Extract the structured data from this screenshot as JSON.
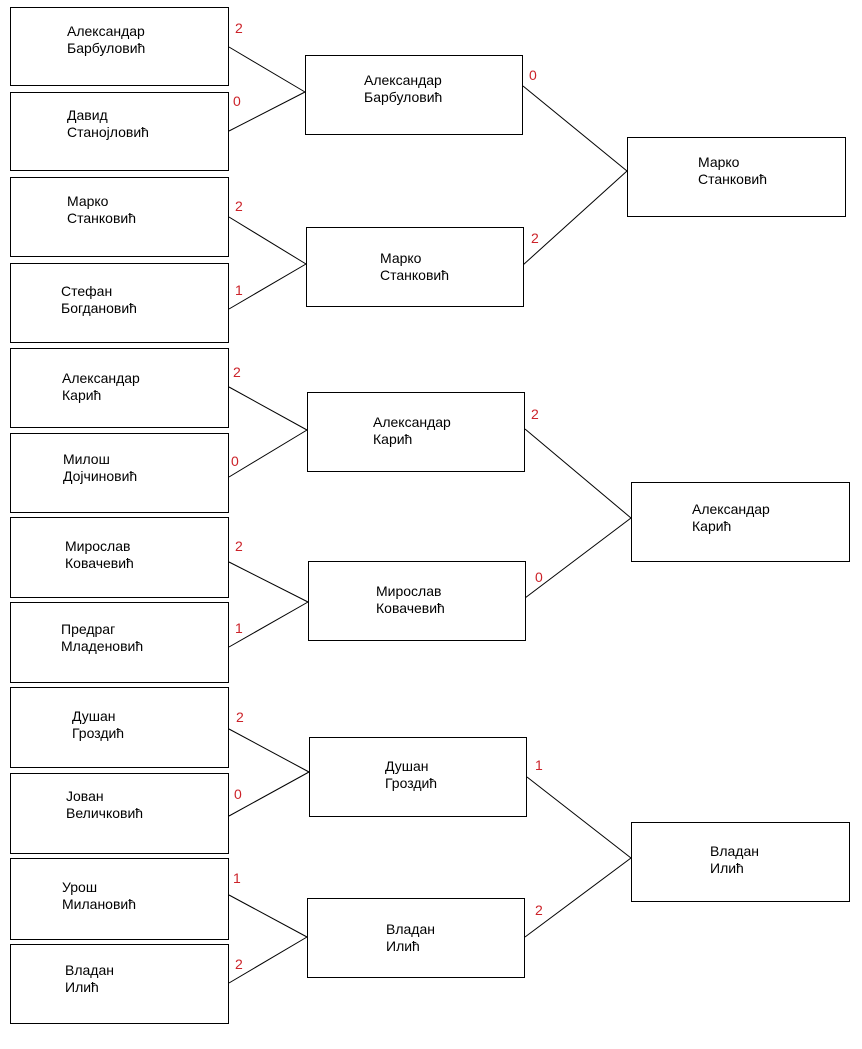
{
  "score_color": "#cc2229",
  "round1": [
    {
      "first": "Александар",
      "last": "Барбуловић",
      "score": "2"
    },
    {
      "first": "Давид",
      "last": "Станојловић",
      "score": "0"
    },
    {
      "first": "Марко",
      "last": "Станковић",
      "score": "2"
    },
    {
      "first": "Стефан",
      "last": "Богдановић",
      "score": "1"
    },
    {
      "first": "Александар",
      "last": "Карић",
      "score": "2"
    },
    {
      "first": "Милош",
      "last": "Дојчиновић",
      "score": "0"
    },
    {
      "first": "Мирослав",
      "last": "Ковачевић",
      "score": "2"
    },
    {
      "first": "Предраг",
      "last": "Младеновић",
      "score": "1"
    },
    {
      "first": "Душан",
      "last": "Гроздић",
      "score": "2"
    },
    {
      "first": "Јован",
      "last": "Величковић",
      "score": "0"
    },
    {
      "first": "Урош",
      "last": "Милановић",
      "score": "1"
    },
    {
      "first": "Владан",
      "last": "Илић",
      "score": "2"
    }
  ],
  "round2": [
    {
      "first": "Александар",
      "last": "Барбуловић",
      "score": "0"
    },
    {
      "first": "Марко",
      "last": "Станковић",
      "score": "2"
    },
    {
      "first": "Александар",
      "last": "Карић",
      "score": "2"
    },
    {
      "first": "Мирослав",
      "last": "Ковачевић",
      "score": "0"
    },
    {
      "first": "Душан",
      "last": "Гроздић",
      "score": "1"
    },
    {
      "first": "Владан",
      "last": "Илић",
      "score": "2"
    }
  ],
  "round3": [
    {
      "first": "Марко",
      "last": "Станковић"
    },
    {
      "first": "Александар",
      "last": "Карић"
    },
    {
      "first": "Владан",
      "last": "Илић"
    }
  ]
}
